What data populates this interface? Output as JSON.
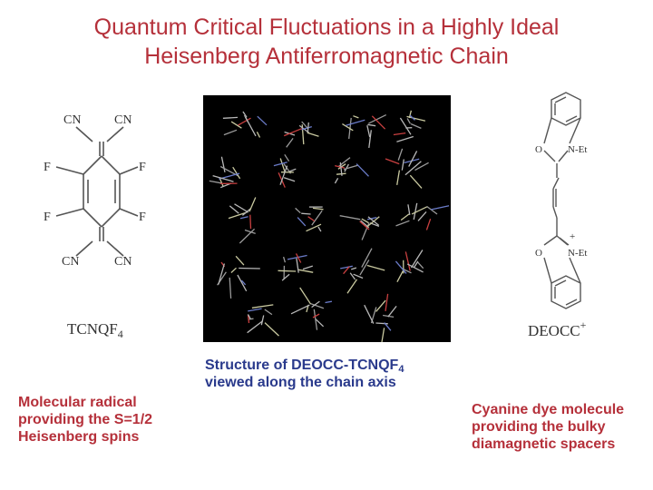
{
  "title": {
    "line1": "Quantum Critical Fluctuations in a Highly Ideal",
    "line2": "Heisenberg Antiferromagnetic Chain"
  },
  "tcnqf4": {
    "cn_tl": "CN",
    "cn_tr": "CN",
    "cn_bl": "CN",
    "cn_br": "CN",
    "f_tl": "F",
    "f_tr": "F",
    "f_bl": "F",
    "f_br": "F",
    "label_main": "TCNQF",
    "label_sub": "4"
  },
  "deocc": {
    "o_top": "O",
    "n_top": "N-Et",
    "o_bot": "O",
    "n_bot": "N-Et",
    "plus": "+",
    "label": "DEOCC",
    "label_sup": "+"
  },
  "captions": {
    "structure_line1_main": "Structure of DEOCC-TCNQF",
    "structure_line1_sub": "4",
    "structure_line2": "viewed along the chain axis",
    "radical_lines": [
      "Molecular radical",
      "providing the S=1/2",
      "Heisenberg spins"
    ],
    "cyanine_lines": [
      "Cyanine dye molecule",
      "providing the bulky",
      "diamagnetic spacers"
    ]
  },
  "colors": {
    "title": "#b5303a",
    "caption_red": "#b5303a",
    "caption_blue": "#2a3a8c",
    "crystal_bg": "#000000"
  }
}
